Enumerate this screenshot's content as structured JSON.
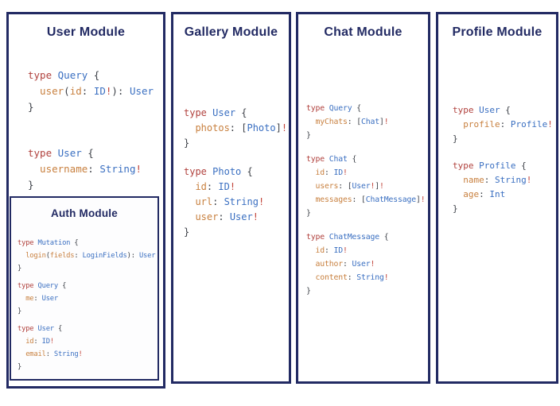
{
  "colors": {
    "border_navy": "#222a63",
    "title_navy": "#222a63",
    "keyword_red": "#b1423e",
    "type_blue": "#3a6fc1",
    "field_orange": "#c8803f",
    "punctuation_dark": "#3d4148",
    "non_null_bang_red": "#c2453b"
  },
  "modules": [
    {
      "id": "user",
      "title": "User Module",
      "blocks": [
        [
          [
            [
              "type",
              "k"
            ],
            [
              " ",
              "p"
            ],
            [
              "Query",
              "t"
            ],
            [
              " {",
              "p"
            ]
          ],
          [
            [
              "  user",
              "f"
            ],
            [
              "(",
              "p"
            ],
            [
              "id",
              "f"
            ],
            [
              ": ",
              "p"
            ],
            [
              "ID",
              "t"
            ],
            [
              "!",
              "b"
            ],
            [
              "): ",
              "p"
            ],
            [
              "User",
              "t"
            ]
          ],
          [
            [
              "}",
              "p"
            ]
          ]
        ],
        [
          [
            [
              "type",
              "k"
            ],
            [
              " ",
              "p"
            ],
            [
              "User",
              "t"
            ],
            [
              " {",
              "p"
            ]
          ],
          [
            [
              "  username",
              "f"
            ],
            [
              ": ",
              "p"
            ],
            [
              "String",
              "t"
            ],
            [
              "!",
              "b"
            ]
          ],
          [
            [
              "}",
              "p"
            ]
          ]
        ]
      ]
    },
    {
      "id": "auth",
      "title": "Auth Module",
      "nested_in": "user",
      "blocks": [
        [
          [
            [
              "type",
              "k"
            ],
            [
              " ",
              "p"
            ],
            [
              "Mutation",
              "t"
            ],
            [
              " {",
              "p"
            ]
          ],
          [
            [
              "  login",
              "f"
            ],
            [
              "(",
              "p"
            ],
            [
              "fields",
              "f"
            ],
            [
              ": ",
              "p"
            ],
            [
              "LoginFields",
              "t"
            ],
            [
              "): ",
              "p"
            ],
            [
              "User",
              "t"
            ]
          ],
          [
            [
              "}",
              "p"
            ]
          ]
        ],
        [
          [
            [
              "type",
              "k"
            ],
            [
              " ",
              "p"
            ],
            [
              "Query",
              "t"
            ],
            [
              " {",
              "p"
            ]
          ],
          [
            [
              "  me",
              "f"
            ],
            [
              ": ",
              "p"
            ],
            [
              "User",
              "t"
            ]
          ],
          [
            [
              "}",
              "p"
            ]
          ]
        ],
        [
          [
            [
              "type",
              "k"
            ],
            [
              " ",
              "p"
            ],
            [
              "User",
              "t"
            ],
            [
              " {",
              "p"
            ]
          ],
          [
            [
              "  id",
              "f"
            ],
            [
              ": ",
              "p"
            ],
            [
              "ID",
              "t"
            ],
            [
              "!",
              "b"
            ]
          ],
          [
            [
              "  email",
              "f"
            ],
            [
              ": ",
              "p"
            ],
            [
              "String",
              "t"
            ],
            [
              "!",
              "b"
            ]
          ],
          [
            [
              "}",
              "p"
            ]
          ]
        ]
      ]
    },
    {
      "id": "gallery",
      "title": "Gallery Module",
      "blocks": [
        [
          [
            [
              "type",
              "k"
            ],
            [
              " ",
              "p"
            ],
            [
              "User",
              "t"
            ],
            [
              " {",
              "p"
            ]
          ],
          [
            [
              "  photos",
              "f"
            ],
            [
              ": ",
              "p"
            ],
            [
              "[",
              "p"
            ],
            [
              "Photo",
              "t"
            ],
            [
              "]",
              "p"
            ],
            [
              "!",
              "b"
            ]
          ],
          [
            [
              "}",
              "p"
            ]
          ]
        ],
        [
          [
            [
              "type",
              "k"
            ],
            [
              " ",
              "p"
            ],
            [
              "Photo",
              "t"
            ],
            [
              " {",
              "p"
            ]
          ],
          [
            [
              "  id",
              "f"
            ],
            [
              ": ",
              "p"
            ],
            [
              "ID",
              "t"
            ],
            [
              "!",
              "b"
            ]
          ],
          [
            [
              "  url",
              "f"
            ],
            [
              ": ",
              "p"
            ],
            [
              "String",
              "t"
            ],
            [
              "!",
              "b"
            ]
          ],
          [
            [
              "  user",
              "f"
            ],
            [
              ": ",
              "p"
            ],
            [
              "User",
              "t"
            ],
            [
              "!",
              "b"
            ]
          ],
          [
            [
              "}",
              "p"
            ]
          ]
        ]
      ]
    },
    {
      "id": "chat",
      "title": "Chat Module",
      "blocks": [
        [
          [
            [
              "type",
              "k"
            ],
            [
              " ",
              "p"
            ],
            [
              "Query",
              "t"
            ],
            [
              " {",
              "p"
            ]
          ],
          [
            [
              "  myChats",
              "f"
            ],
            [
              ": ",
              "p"
            ],
            [
              "[",
              "p"
            ],
            [
              "Chat",
              "t"
            ],
            [
              "]",
              "p"
            ],
            [
              "!",
              "b"
            ]
          ],
          [
            [
              "}",
              "p"
            ]
          ]
        ],
        [
          [
            [
              "type",
              "k"
            ],
            [
              " ",
              "p"
            ],
            [
              "Chat",
              "t"
            ],
            [
              " {",
              "p"
            ]
          ],
          [
            [
              "  id",
              "f"
            ],
            [
              ": ",
              "p"
            ],
            [
              "ID",
              "t"
            ],
            [
              "!",
              "b"
            ]
          ],
          [
            [
              "  users",
              "f"
            ],
            [
              ": ",
              "p"
            ],
            [
              "[",
              "p"
            ],
            [
              "User",
              "t"
            ],
            [
              "!",
              "b"
            ],
            [
              "]",
              "p"
            ],
            [
              "!",
              "b"
            ]
          ],
          [
            [
              "  messages",
              "f"
            ],
            [
              ": ",
              "p"
            ],
            [
              "[",
              "p"
            ],
            [
              "ChatMessage",
              "t"
            ],
            [
              "]",
              "p"
            ],
            [
              "!",
              "b"
            ]
          ],
          [
            [
              "}",
              "p"
            ]
          ]
        ],
        [
          [
            [
              "type",
              "k"
            ],
            [
              " ",
              "p"
            ],
            [
              "ChatMessage",
              "t"
            ],
            [
              " {",
              "p"
            ]
          ],
          [
            [
              "  id",
              "f"
            ],
            [
              ": ",
              "p"
            ],
            [
              "ID",
              "t"
            ],
            [
              "!",
              "b"
            ]
          ],
          [
            [
              "  author",
              "f"
            ],
            [
              ": ",
              "p"
            ],
            [
              "User",
              "t"
            ],
            [
              "!",
              "b"
            ]
          ],
          [
            [
              "  content",
              "f"
            ],
            [
              ": ",
              "p"
            ],
            [
              "String",
              "t"
            ],
            [
              "!",
              "b"
            ]
          ],
          [
            [
              "}",
              "p"
            ]
          ]
        ]
      ]
    },
    {
      "id": "profile",
      "title": "Profile Module",
      "blocks": [
        [
          [
            [
              "type",
              "k"
            ],
            [
              " ",
              "p"
            ],
            [
              "User",
              "t"
            ],
            [
              " {",
              "p"
            ]
          ],
          [
            [
              "  profile",
              "f"
            ],
            [
              ": ",
              "p"
            ],
            [
              "Profile",
              "t"
            ],
            [
              "!",
              "b"
            ]
          ],
          [
            [
              "}",
              "p"
            ]
          ]
        ],
        [
          [
            [
              "type",
              "k"
            ],
            [
              " ",
              "p"
            ],
            [
              "Profile",
              "t"
            ],
            [
              " {",
              "p"
            ]
          ],
          [
            [
              "  name",
              "f"
            ],
            [
              ": ",
              "p"
            ],
            [
              "String",
              "t"
            ],
            [
              "!",
              "b"
            ]
          ],
          [
            [
              "  age",
              "f"
            ],
            [
              ": ",
              "p"
            ],
            [
              "Int",
              "t"
            ]
          ],
          [
            [
              "}",
              "p"
            ]
          ]
        ]
      ]
    }
  ]
}
